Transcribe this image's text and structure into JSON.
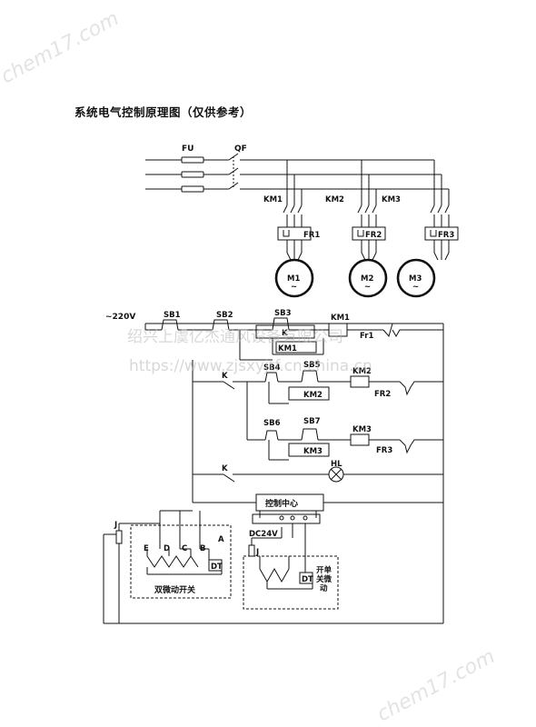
{
  "title": "系统电气控制原理图（仅供参考）",
  "labels": {
    "fu": "FU",
    "qf": "QF",
    "km1": "KM1",
    "km2": "KM2",
    "km3": "KM3",
    "fr1": "FR1",
    "fr2": "FR2",
    "fr3": "FR3",
    "m1": "M1",
    "m2": "M2",
    "m3": "M3",
    "tilde": "~",
    "v220": "~220V",
    "sb1": "SB1",
    "sb2": "SB2",
    "sb3": "SB3",
    "sb4": "SB4",
    "sb5": "SB5",
    "sb6": "SB6",
    "sb7": "SB7",
    "k": "K",
    "fr1_ctrl": "Fr1",
    "hl": "HL",
    "control_center": "控制中心",
    "j": "J",
    "dc24v": "DC24V",
    "e": "E",
    "d": "D",
    "c": "C",
    "b": "B",
    "a": "A",
    "dt": "DT",
    "double_switch": "双微动开关",
    "single_switch_1": "开单",
    "single_switch_2": "关微",
    "single_switch_3": "动"
  },
  "watermarks": {
    "company": "绍兴上虞亿杰通风设备有限公司",
    "url": "https://www.zjsxyjtf.cn.china.cn",
    "corner": "chem17.com"
  }
}
